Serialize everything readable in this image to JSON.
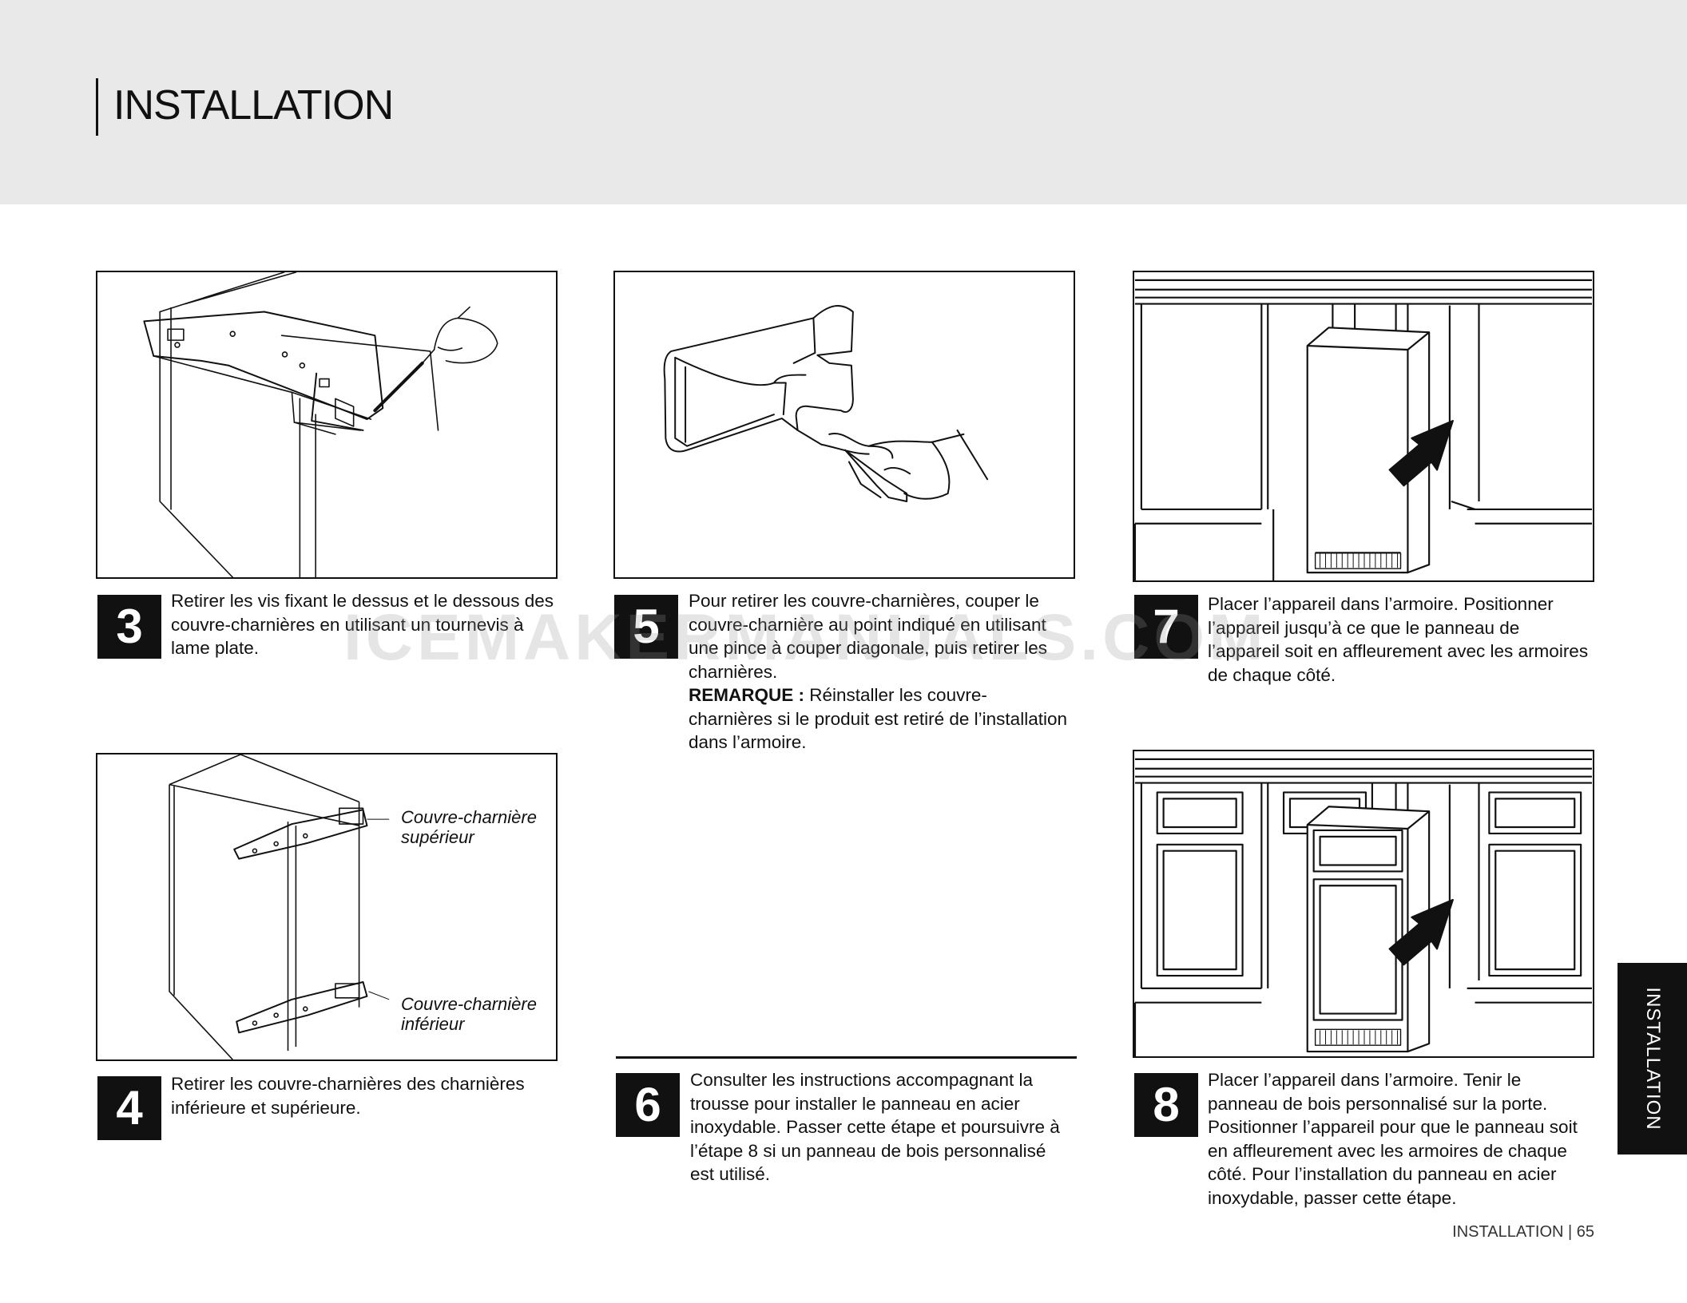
{
  "header": {
    "title": "INSTALLATION"
  },
  "watermark": "ICEMAKERMANUALS.COM",
  "steps": {
    "s3": {
      "num": "3",
      "text": "Retirer les vis fixant le dessus et le dessous des couvre-charnières en utilisant un tournevis à lame plate."
    },
    "s4": {
      "num": "4",
      "text": "Retirer les couvre-charnières des charnières inférieure et supérieure.",
      "callout_top": "Couvre-charnière supérieur",
      "callout_bottom": "Couvre-charnière inférieur"
    },
    "s5": {
      "num": "5",
      "text": "Pour retirer les couvre-charnières, couper le couvre-charnière au point indiqué en utilisant une pince à couper diagonale, puis retirer les charnières.",
      "note_label": "REMARQUE :",
      "note_text": " Réinstaller les couvre-charnières si le produit est retiré de l’installation dans l’armoire."
    },
    "s6": {
      "num": "6",
      "text": "Consulter les instructions accompagnant la trousse pour installer le panneau en acier inoxydable. Passer cette étape et poursuivre à l’étape 8 si un panneau de bois personnalisé est utilisé."
    },
    "s7": {
      "num": "7",
      "text": "Placer l’appareil dans l’armoire. Positionner l’appareil jusqu’à ce que le panneau de l’appareil soit en affleurement avec les armoires de chaque côté."
    },
    "s8": {
      "num": "8",
      "text": "Placer l’appareil dans l’armoire. Tenir le panneau de bois personnalisé sur la porte. Positionner l’appareil pour que le panneau soit en affleurement avec les armoires de chaque côté. Pour l’installation du panneau en acier inoxydable, passer cette étape."
    }
  },
  "side_tab": "INSTALLATION",
  "footer": "INSTALLATION | 65"
}
